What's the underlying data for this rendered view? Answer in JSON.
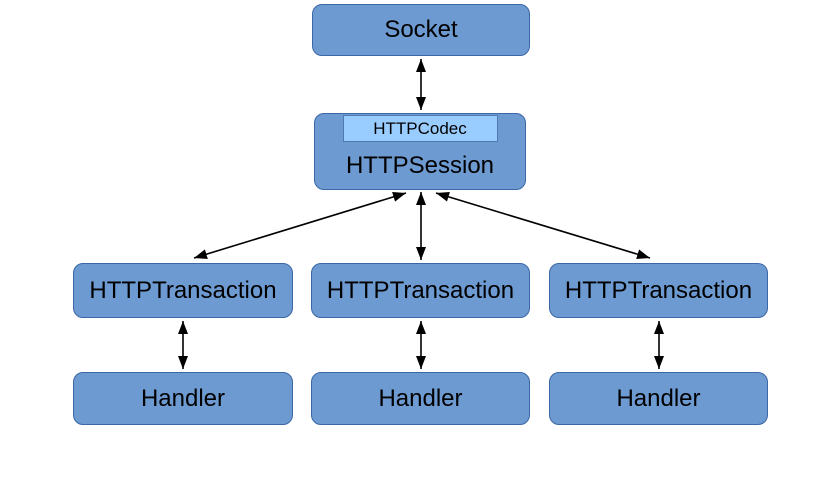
{
  "diagram": {
    "nodes": {
      "socket": {
        "label": "Socket"
      },
      "session": {
        "label": "HTTPSession"
      },
      "codec": {
        "label": "HTTPCodec"
      },
      "transaction_left": {
        "label": "HTTPTransaction"
      },
      "transaction_middle": {
        "label": "HTTPTransaction"
      },
      "transaction_right": {
        "label": "HTTPTransaction"
      },
      "handler_left": {
        "label": "Handler"
      },
      "handler_middle": {
        "label": "Handler"
      },
      "handler_right": {
        "label": "Handler"
      }
    },
    "edges": [
      {
        "from": "Socket",
        "to": "HTTPSession",
        "bidirectional": true
      },
      {
        "from": "HTTPSession",
        "to": "HTTPTransaction (left)",
        "bidirectional": true
      },
      {
        "from": "HTTPSession",
        "to": "HTTPTransaction (middle)",
        "bidirectional": true
      },
      {
        "from": "HTTPSession",
        "to": "HTTPTransaction (right)",
        "bidirectional": true
      },
      {
        "from": "HTTPTransaction (left)",
        "to": "Handler (left)",
        "bidirectional": true
      },
      {
        "from": "HTTPTransaction (middle)",
        "to": "Handler (middle)",
        "bidirectional": true
      },
      {
        "from": "HTTPTransaction (right)",
        "to": "Handler (right)",
        "bidirectional": true
      }
    ],
    "colors": {
      "node_fill": "#6d9ad1",
      "node_border": "#3a67a5",
      "codec_fill": "#99ccff",
      "codec_border": "#4f7ab0",
      "arrow": "#000000",
      "text": "#000000",
      "background": "#ffffff"
    }
  }
}
